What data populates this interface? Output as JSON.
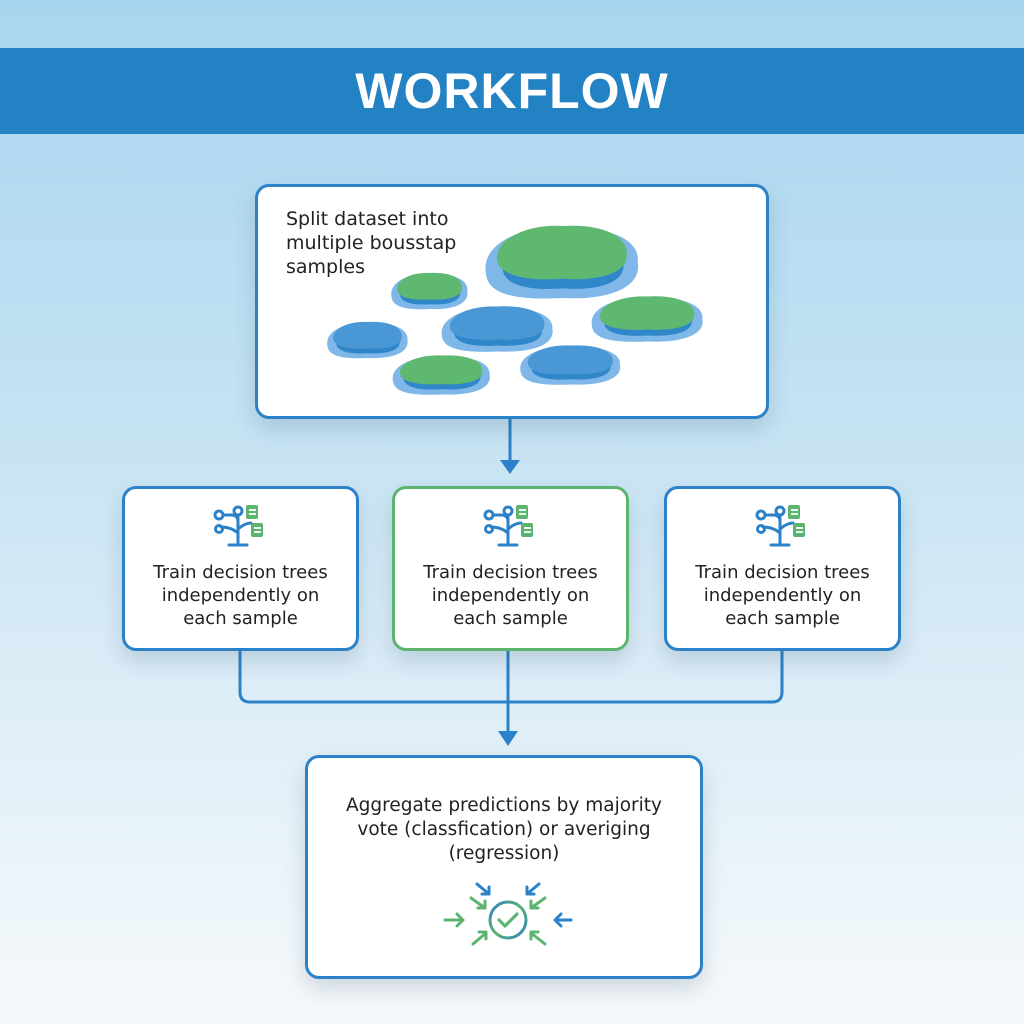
{
  "header": {
    "title": "WORKFLOW"
  },
  "steps": {
    "split": {
      "lines": [
        "Split dataset into",
        "multiple bousstap",
        "samples"
      ],
      "icon": "data-samples-blobs-icon"
    },
    "train": [
      {
        "lines": [
          "Train decision trees",
          "independently on",
          "each sample"
        ],
        "icon": "decision-tree-icon",
        "highlighted": false
      },
      {
        "lines": [
          "Train decision trees",
          "independently on",
          "each sample"
        ],
        "icon": "decision-tree-icon",
        "highlighted": true
      },
      {
        "lines": [
          "Train decision trees",
          "independently on",
          "each sample"
        ],
        "icon": "decision-tree-icon",
        "highlighted": false
      }
    ],
    "aggregate": {
      "lines": [
        "Aggregate predictions by majority",
        "vote (classfication) or averiging",
        "(regression)"
      ],
      "icon": "converging-arrows-check-icon"
    }
  },
  "colors": {
    "banner": "#2382c4",
    "border_blue": "#2b82c8",
    "border_green": "#5cb46e",
    "blob_green": "#5fb870",
    "blob_blue": "#4a97d6"
  }
}
